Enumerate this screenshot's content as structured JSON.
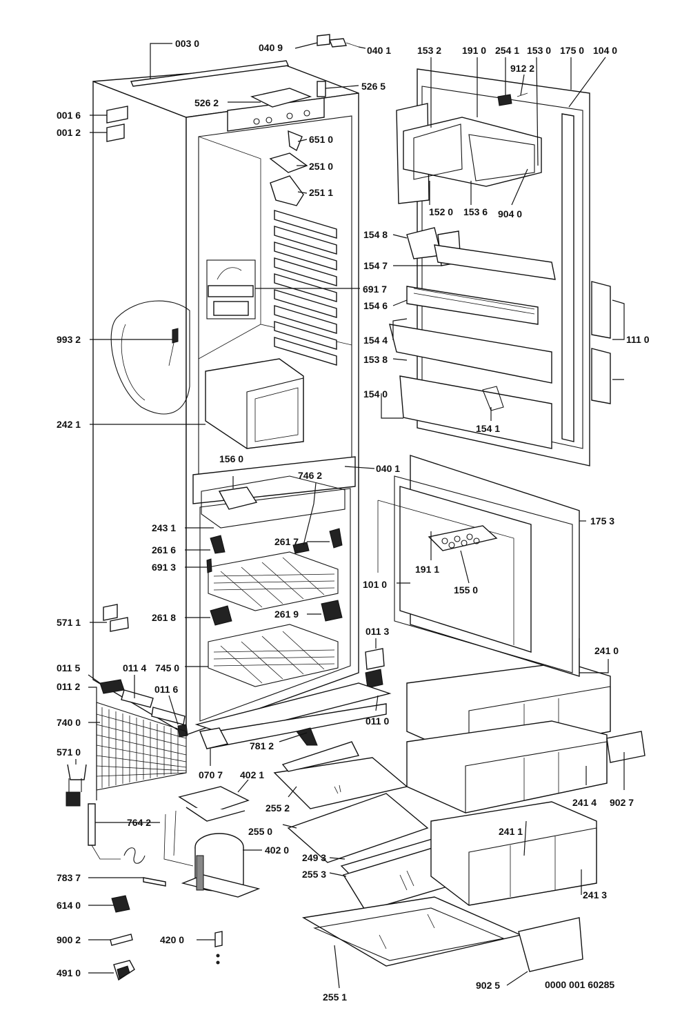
{
  "diagram_id": "0000 001 60285",
  "labels": [
    "003 0",
    "040 9",
    "040 1",
    "526 5",
    "526 2",
    "001 6",
    "001 2",
    "651 0",
    "251 0",
    "251 1",
    "691 7",
    "993 2",
    "242 1",
    "156 0",
    "746 2",
    "243 1",
    "261 7",
    "261 6",
    "691 3",
    "261 8",
    "261 9",
    "571 1",
    "011 5",
    "011 2",
    "011 4",
    "745 0",
    "011 6",
    "740 0",
    "571 0",
    "070 7",
    "781 2",
    "402 1",
    "764 2",
    "402 0",
    "783 7",
    "614 0",
    "900 2",
    "420 0",
    "491 0",
    "255 2",
    "255 0",
    "249 3",
    "255 3",
    "255 1",
    "902 5",
    "241 3",
    "241 1",
    "241 4",
    "902 7",
    "241 0",
    "011 3",
    "011 0",
    "101 0",
    "191 1",
    "155 0",
    "175 3",
    "040 1",
    "154 0",
    "154 1",
    "153 8",
    "154 4",
    "154 6",
    "154 7",
    "154 8",
    "152 0",
    "153 6",
    "904 0",
    "111 0",
    "153 2",
    "191 0",
    "254 1",
    "153 0",
    "175 0",
    "104 0",
    "912 2"
  ]
}
